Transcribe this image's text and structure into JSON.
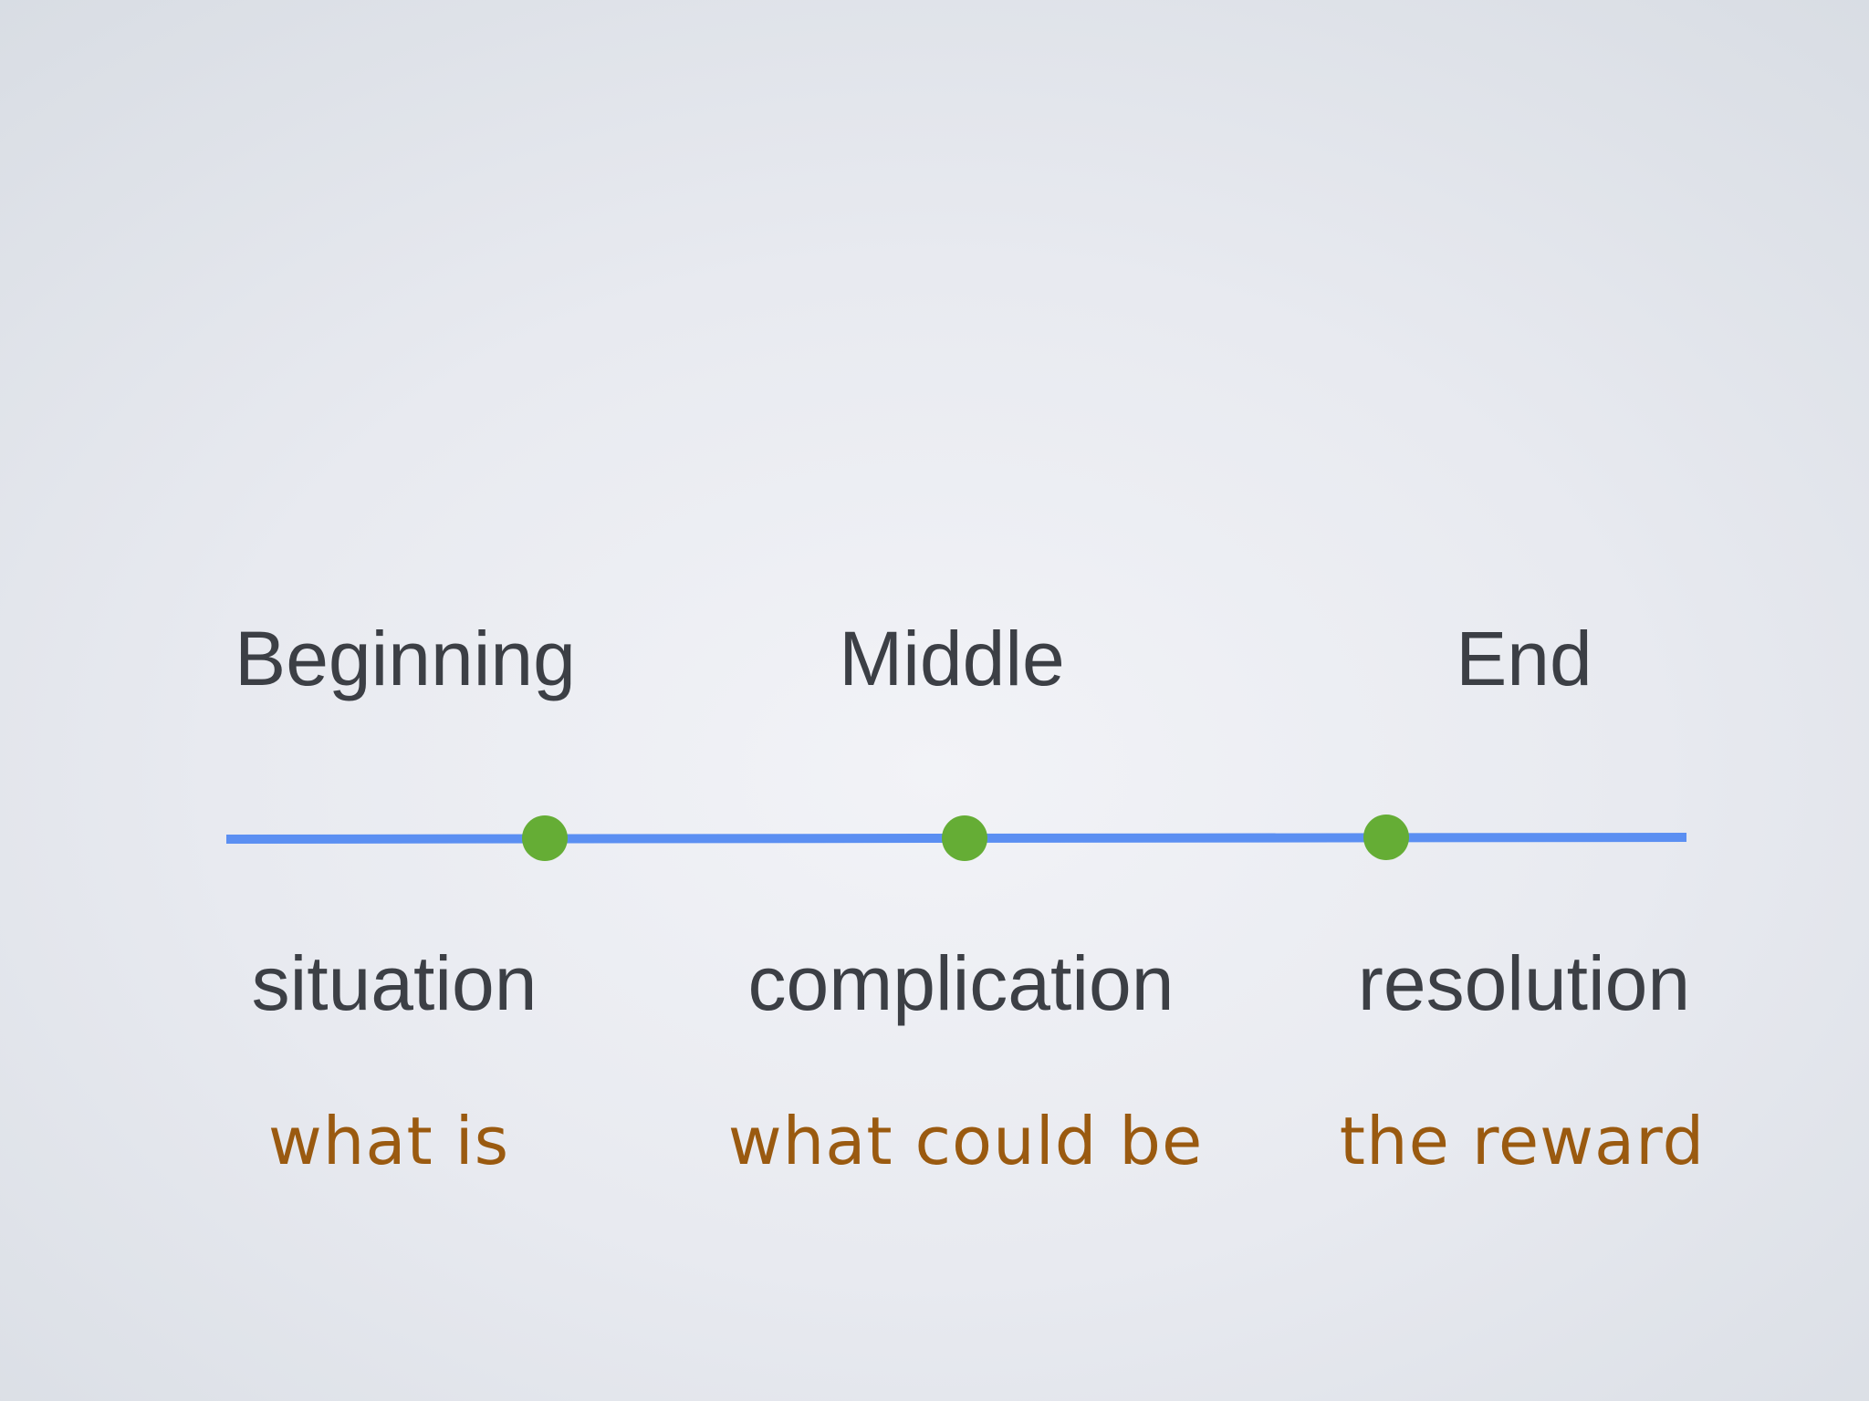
{
  "colors": {
    "text": "#3c3f45",
    "gloss": "#9a5a10",
    "line": "#5b8ff2",
    "marker": "#65ad35"
  },
  "stages": [
    {
      "phase": "Beginning",
      "term": "situation",
      "gloss": "what is"
    },
    {
      "phase": "Middle",
      "term": "complication",
      "gloss": "what could be"
    },
    {
      "phase": "End",
      "term": "resolution",
      "gloss": "the reward"
    }
  ]
}
